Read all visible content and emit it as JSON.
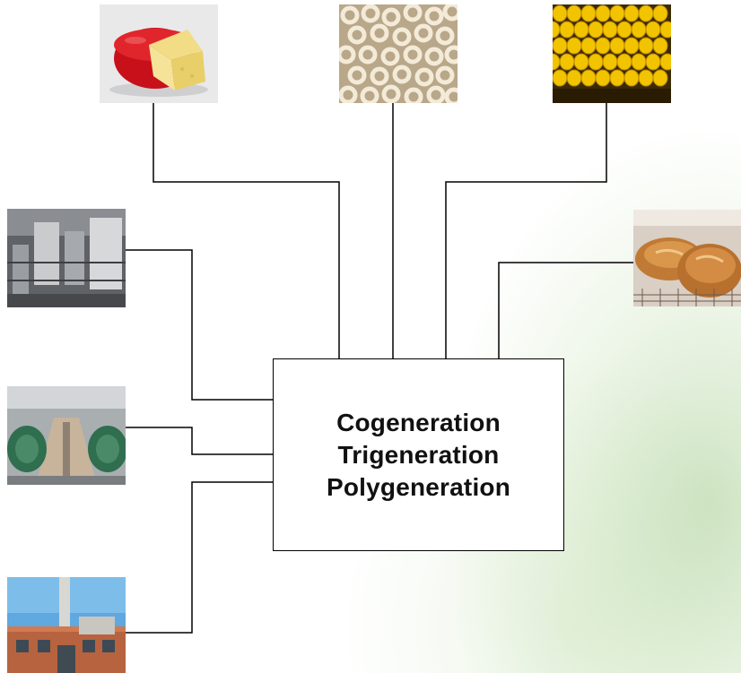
{
  "center_box": {
    "line1": "Cogeneration",
    "line2": "Trigeneration",
    "line3": "Polygeneration"
  },
  "images": {
    "top": [
      "cheese-photo",
      "pasta-rings-photo",
      "corn-cob-photo"
    ],
    "left": [
      "industrial-plant-photo",
      "factory-hall-photo",
      "power-station-building-photo"
    ],
    "right": [
      "bread-loaves-photo"
    ]
  },
  "colors": {
    "connector": "#000000",
    "background_tint": "#9cca78"
  }
}
